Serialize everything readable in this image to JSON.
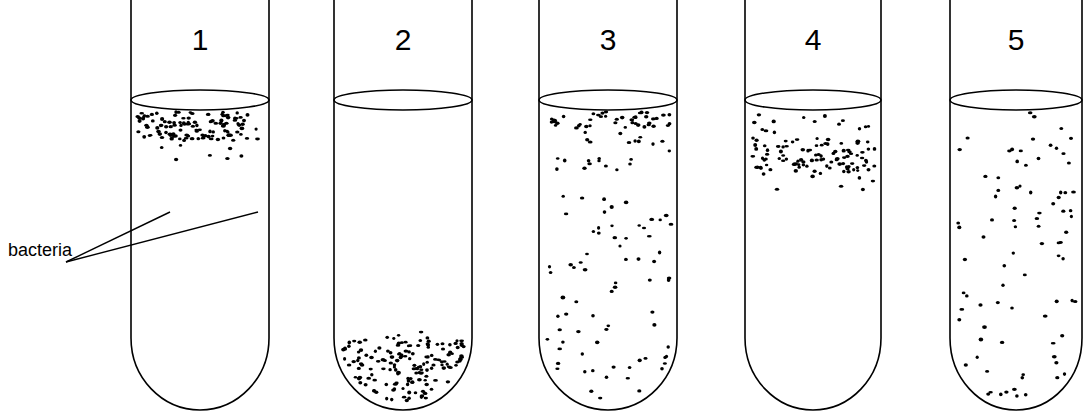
{
  "diagram": {
    "labels": [
      "1",
      "2",
      "3",
      "4",
      "5",
      "bacteria"
    ]
  }
}
